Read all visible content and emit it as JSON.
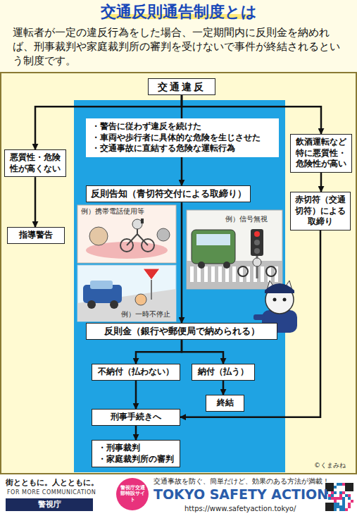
{
  "diagram": {
    "title": "交通反則通告制度とは",
    "caption": "運転者が一定の違反行為をした場合、一定期間内に反則金を納めれば、刑事裁判や家庭裁判所の審判を受けないで事件が終結されるという制度です。",
    "nodes": [
      {
        "text": [
          "交通違反"
        ]
      },
      {
        "text": [
          "悪質性・危険性が高くない"
        ]
      },
      {
        "text": [
          "・警告に従わず違反を続けた",
          "・車両や歩行者に具体的な危険を生じさせた",
          "・交通事故に直結する危険な運転行為"
        ]
      },
      {
        "text": [
          "飲酒運転など特に悪質性・危険性が高い"
        ]
      },
      {
        "text": [
          "反則告知（青切符交付による取締り）"
        ]
      },
      {
        "text": [
          "赤切符（交通切符）による取締り"
        ]
      },
      {
        "text": [
          "指導警告"
        ]
      },
      {
        "text": [
          "反則金（銀行や郵便局で納められる）"
        ]
      },
      {
        "text": [
          "不納付（払わない）"
        ]
      },
      {
        "text": [
          "納付（払う）"
        ]
      },
      {
        "text": [
          "終結"
        ]
      },
      {
        "text": [
          "刑事手続きへ"
        ]
      },
      {
        "text": [
          "・刑事裁判",
          "・家庭裁判所の審判"
        ]
      }
    ],
    "edges": [
      {
        "from": 0,
        "to": 1,
        "arrow": "to"
      },
      {
        "from": 0,
        "to": 2,
        "arrow": "none"
      },
      {
        "from": 0,
        "to": 3,
        "arrow": "to"
      },
      {
        "from": 1,
        "to": 6,
        "arrow": "to"
      },
      {
        "from": 3,
        "to": 5,
        "arrow": "to"
      },
      {
        "from": 2,
        "to": 4,
        "arrow": "to"
      },
      {
        "from": 5,
        "to": 11,
        "arrow": "to"
      },
      {
        "from": 4,
        "to": 7,
        "arrow": "to"
      },
      {
        "from": 7,
        "to": 8,
        "arrow": "to"
      },
      {
        "from": 7,
        "to": 9,
        "arrow": "to"
      },
      {
        "from": 8,
        "to": 11,
        "arrow": "to"
      },
      {
        "from": 9,
        "to": 10,
        "arrow": "to"
      },
      {
        "from": 11,
        "to": 12,
        "arrow": "to"
      }
    ],
    "labels": [
      "例）携帯電話使用等",
      "例）信号無視",
      "例）一時不停止",
      "©くまみね",
      "街とともに。人とともに。",
      "FOR MORE COMMUNICATION",
      "警視庁",
      "警視庁交通部特設サイト",
      "交通事故を防ぐ、簡単だけど、効果のある方法が満載！",
      "TOKYO SAFETY ACTION",
      "https://www.safetyaction.tokyo/"
    ]
  }
}
